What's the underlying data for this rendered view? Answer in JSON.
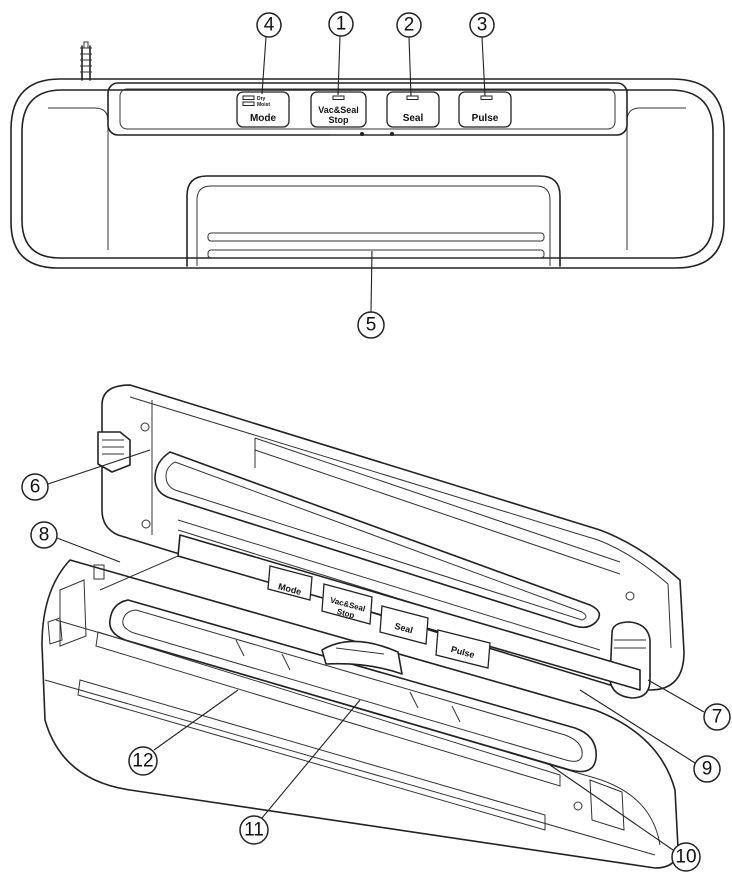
{
  "top_buttons": {
    "mode": "Mode",
    "dry": "Dry",
    "moist": "Moist",
    "vac_seal_line1": "Vac&Seal",
    "vac_seal_line2": "Stop",
    "seal": "Seal",
    "pulse": "Pulse"
  },
  "callouts": {
    "c1": "1",
    "c2": "2",
    "c3": "3",
    "c4": "4",
    "c5": "5",
    "c6": "6",
    "c7": "7",
    "c8": "8",
    "c9": "9",
    "c10": "10",
    "c11": "11",
    "c12": "12"
  }
}
